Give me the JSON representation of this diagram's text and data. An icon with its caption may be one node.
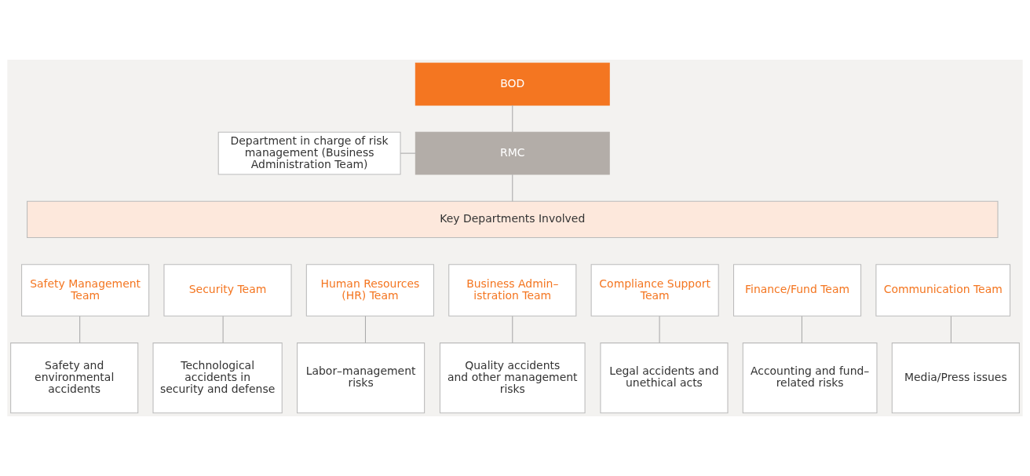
{
  "diagram": {
    "nodes": [
      {
        "text": [
          "BOD"
        ]
      },
      {
        "text": [
          "Department in charge of risk management (Business Administration Team)"
        ]
      },
      {
        "text": [
          "RMC"
        ]
      },
      {
        "text": [
          "Key Departments Involved"
        ]
      },
      {
        "text": [
          "Safety Management Team"
        ]
      },
      {
        "text": [
          "Security Team"
        ]
      },
      {
        "text": [
          "Human Resources (HR) Team"
        ]
      },
      {
        "text": [
          "Business Admin– istration Team"
        ]
      },
      {
        "text": [
          "Compliance Support Team"
        ]
      },
      {
        "text": [
          "Finance/Fund Team"
        ]
      },
      {
        "text": [
          "Communication Team"
        ]
      },
      {
        "text": [
          "Safety and environmental accidents"
        ]
      },
      {
        "text": [
          "Technological accidents in security and defense"
        ]
      },
      {
        "text": [
          "Labor–management risks"
        ]
      },
      {
        "text": [
          "Quality accidents and other management risks"
        ]
      },
      {
        "text": [
          "Legal accidents and unethical acts"
        ]
      },
      {
        "text": [
          "Accounting and fund– related risks"
        ]
      },
      {
        "text": [
          "Media/Press issues"
        ]
      }
    ],
    "edges": [
      {
        "from": 0,
        "to": 2,
        "arrow": "none"
      },
      {
        "from": 1,
        "to": 2,
        "arrow": "none"
      },
      {
        "from": 2,
        "to": 3,
        "arrow": "none"
      },
      {
        "from": 4,
        "to": 11,
        "arrow": "none"
      },
      {
        "from": 5,
        "to": 12,
        "arrow": "none"
      },
      {
        "from": 6,
        "to": 13,
        "arrow": "none"
      },
      {
        "from": 7,
        "to": 14,
        "arrow": "none"
      },
      {
        "from": 8,
        "to": 15,
        "arrow": "none"
      },
      {
        "from": 9,
        "to": 16,
        "arrow": "none"
      },
      {
        "from": 10,
        "to": 17,
        "arrow": "none"
      }
    ]
  }
}
